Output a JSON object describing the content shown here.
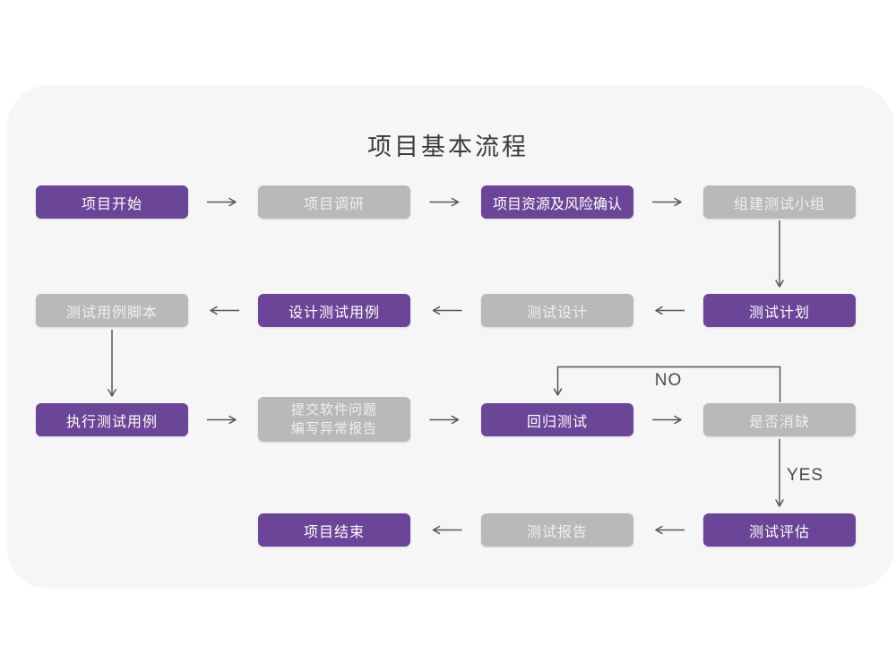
{
  "title": "项目基本流程",
  "colors": {
    "purple": "#6B4597",
    "gray": "#B9B9B9",
    "card_background": "#F6F6F6",
    "arrow": "#55565A",
    "title_text": "#3B3B3B"
  },
  "flow": {
    "nodes": [
      {
        "id": "project-start",
        "label": "项目开始",
        "variant": "purple"
      },
      {
        "id": "project-research",
        "label": "项目调研",
        "variant": "gray"
      },
      {
        "id": "resources-risk",
        "label": "项目资源及风险确认",
        "variant": "purple"
      },
      {
        "id": "build-test-team",
        "label": "组建测试小组",
        "variant": "gray"
      },
      {
        "id": "test-plan",
        "label": "测试计划",
        "variant": "purple"
      },
      {
        "id": "test-design",
        "label": "测试设计",
        "variant": "gray"
      },
      {
        "id": "design-test-cases",
        "label": "设计测试用例",
        "variant": "purple"
      },
      {
        "id": "test-case-scripts",
        "label": "测试用例脚本",
        "variant": "gray"
      },
      {
        "id": "execute-test-cases",
        "label": "执行测试用例",
        "variant": "purple"
      },
      {
        "id": "submit-issue-report",
        "label": "提交软件问题\n编写异常报告",
        "variant": "gray"
      },
      {
        "id": "regression-test",
        "label": "回归测试",
        "variant": "purple"
      },
      {
        "id": "defect-cleared",
        "label": "是否消缺",
        "variant": "gray"
      },
      {
        "id": "test-evaluation",
        "label": "测试评估",
        "variant": "purple"
      },
      {
        "id": "test-report",
        "label": "测试报告",
        "variant": "gray"
      },
      {
        "id": "project-end",
        "label": "项目结束",
        "variant": "purple"
      }
    ],
    "edges": [
      {
        "from": "项目开始",
        "to": "项目调研"
      },
      {
        "from": "项目调研",
        "to": "项目资源及风险确认"
      },
      {
        "from": "项目资源及风险确认",
        "to": "组建测试小组"
      },
      {
        "from": "组建测试小组",
        "to": "测试计划"
      },
      {
        "from": "测试计划",
        "to": "测试设计"
      },
      {
        "from": "测试设计",
        "to": "设计测试用例"
      },
      {
        "from": "设计测试用例",
        "to": "测试用例脚本"
      },
      {
        "from": "测试用例脚本",
        "to": "执行测试用例"
      },
      {
        "from": "执行测试用例",
        "to": "提交软件问题 编写异常报告"
      },
      {
        "from": "提交软件问题 编写异常报告",
        "to": "回归测试"
      },
      {
        "from": "回归测试",
        "to": "是否消缺"
      },
      {
        "from": "是否消缺",
        "to": "回归测试",
        "label": "NO"
      },
      {
        "from": "是否消缺",
        "to": "测试评估",
        "label": "YES"
      },
      {
        "from": "测试评估",
        "to": "测试报告"
      },
      {
        "from": "测试报告",
        "to": "项目结束"
      }
    ],
    "edge_labels": {
      "no": "NO",
      "yes": "YES"
    }
  }
}
